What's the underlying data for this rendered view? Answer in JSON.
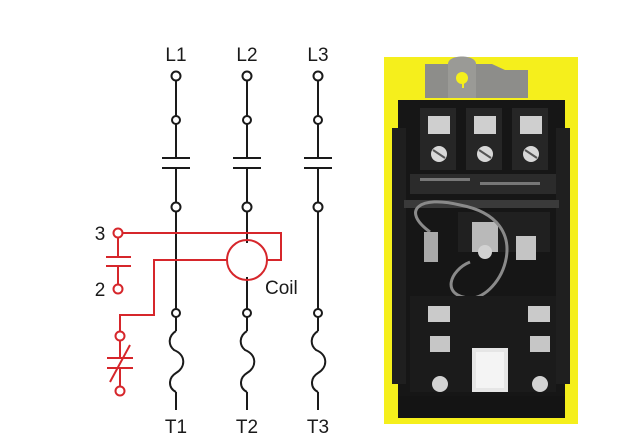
{
  "line_labels": [
    "L1",
    "L2",
    "L3"
  ],
  "terminal_labels": [
    "T1",
    "T2",
    "T3"
  ],
  "control_labels": {
    "top": "3",
    "bottom": "2"
  },
  "coil_label": "Coil",
  "colors": {
    "power_circuit": "#1a1a1a",
    "control_circuit": "#d6262b",
    "photo_background": "#f5ef1c"
  },
  "photo": {
    "subject": "magnetic motor starter (contactor with overload relay)"
  }
}
